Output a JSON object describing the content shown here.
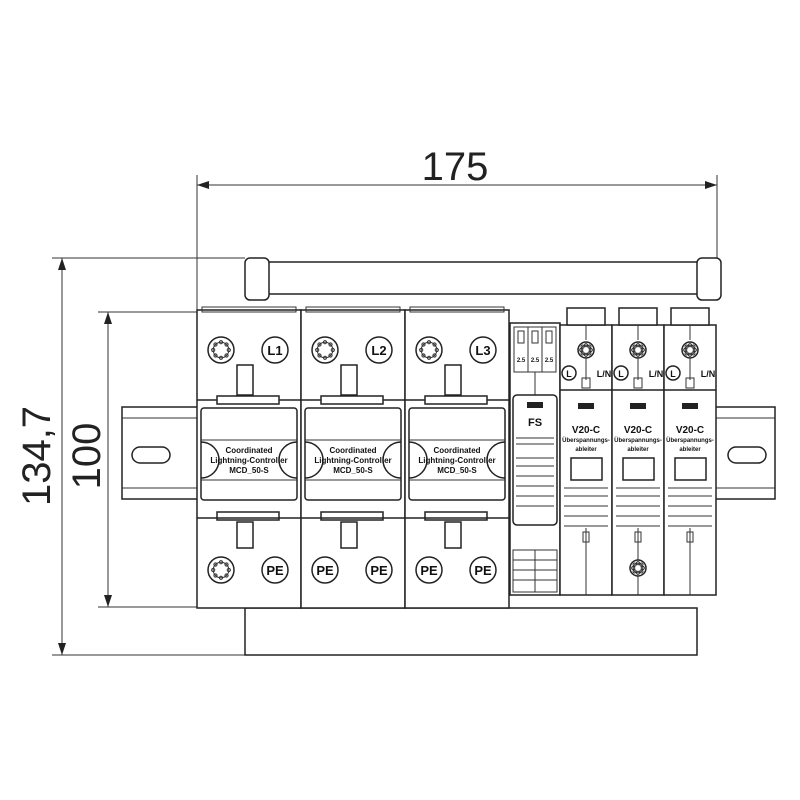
{
  "dimensions": {
    "width": "175",
    "height_total": "134,7",
    "height_module": "100"
  },
  "modules": {
    "main": [
      {
        "top_label": "L1",
        "bottom_labels": [
          "",
          "PE"
        ]
      },
      {
        "top_label": "L2",
        "bottom_labels": [
          "PE",
          "PE"
        ]
      },
      {
        "top_label": "L3",
        "bottom_labels": [
          "PE",
          "PE"
        ]
      }
    ],
    "main_text": [
      "Coordinated",
      "Lightning-Controller",
      "MCD_50-S"
    ],
    "fs": {
      "label": "FS",
      "fuse_rating": "2.5"
    },
    "v20": {
      "label": "V20-C",
      "desc": [
        "Überspannungs-",
        "ableiter"
      ],
      "l": "L",
      "ln": "L/N"
    }
  },
  "colors": {
    "line": "#222222",
    "background": "#ffffff"
  }
}
